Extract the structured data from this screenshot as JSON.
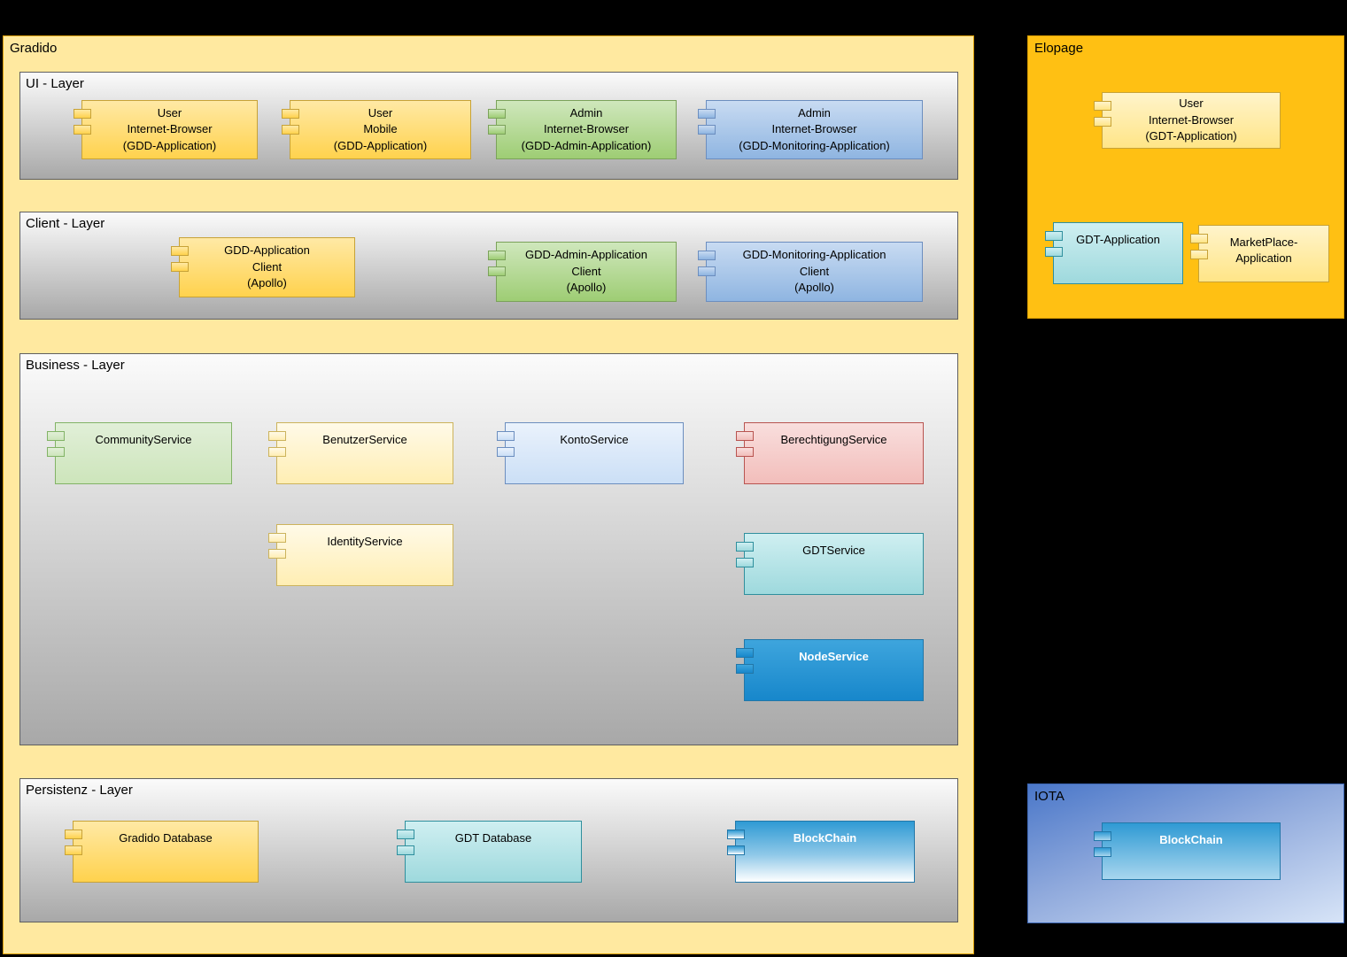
{
  "gradido": {
    "label": "Gradido",
    "ui_layer": {
      "label": "UI - Layer",
      "components": {
        "user_browser": "User\nInternet-Browser\n(GDD-Application)",
        "user_mobile": "User\nMobile\n(GDD-Application)",
        "admin_browser": "Admin\nInternet-Browser\n(GDD-Admin-Application)",
        "admin_monitoring_browser": "Admin\nInternet-Browser\n(GDD-Monitoring-Application)"
      }
    },
    "client_layer": {
      "label": "Client - Layer",
      "components": {
        "gdd_client": "GDD-Application\nClient\n(Apollo)",
        "gdd_admin_client": "GDD-Admin-Application\nClient\n(Apollo)",
        "gdd_monitoring_client": "GDD-Monitoring-Application\nClient\n(Apollo)"
      }
    },
    "business_layer": {
      "label": "Business - Layer",
      "components": {
        "community": "CommunityService",
        "benutzer": "BenutzerService",
        "konto": "KontoService",
        "berechtigung": "BerechtigungService",
        "identity": "IdentityService",
        "gdt": "GDTService",
        "node": "NodeService"
      }
    },
    "persistenz_layer": {
      "label": "Persistenz - Layer",
      "components": {
        "gradido_db": "Gradido Database",
        "gdt_db": "GDT Database",
        "blockchain": "BlockChain"
      }
    }
  },
  "elopage": {
    "label": "Elopage",
    "components": {
      "user_browser_gdt": "User\nInternet-Browser\n(GDT-Application)",
      "gdt_application": "GDT-Application",
      "marketplace": "MarketPlace-\nApplication"
    }
  },
  "iota": {
    "label": "IOTA",
    "components": {
      "blockchain": "BlockChain"
    }
  }
}
